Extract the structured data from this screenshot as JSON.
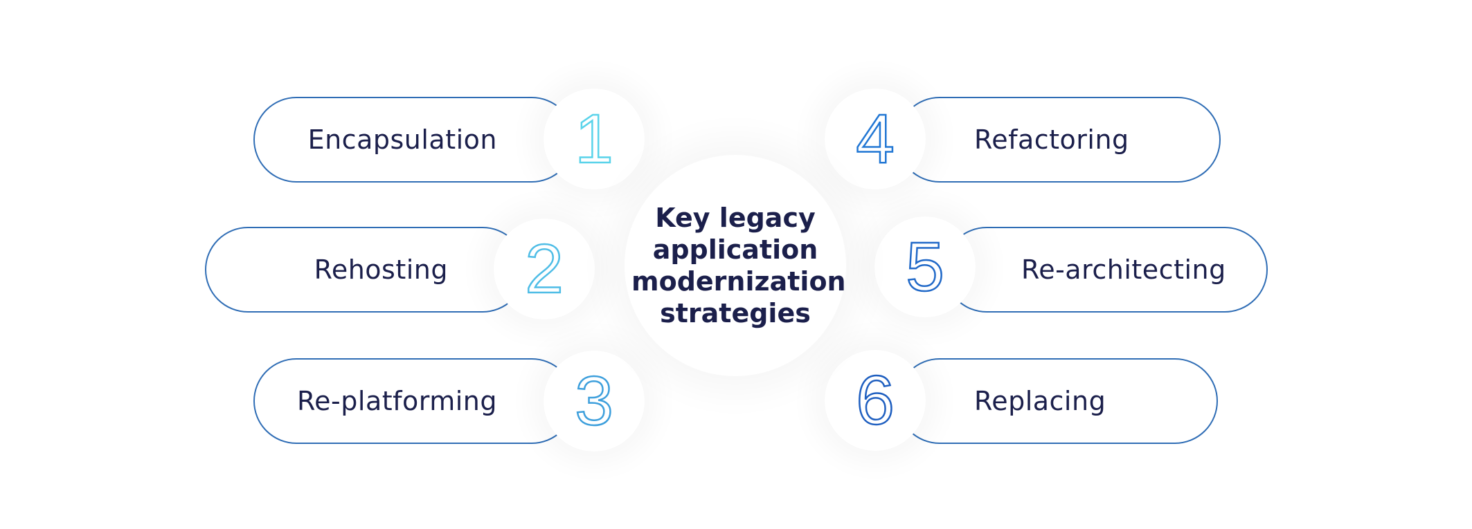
{
  "title": "Key legacy application modernization strategies",
  "strategies": [
    {
      "number": "1",
      "label": "Encapsulation",
      "color": "#5ad3ea"
    },
    {
      "number": "2",
      "label": "Rehosting",
      "color": "#4fbde6"
    },
    {
      "number": "3",
      "label": "Re-platforming",
      "color": "#3d9fdc"
    },
    {
      "number": "4",
      "label": "Refactoring",
      "color": "#2277d4"
    },
    {
      "number": "5",
      "label": "Re-architecting",
      "color": "#2169c8"
    },
    {
      "number": "6",
      "label": "Replacing",
      "color": "#1f5fc0"
    }
  ]
}
